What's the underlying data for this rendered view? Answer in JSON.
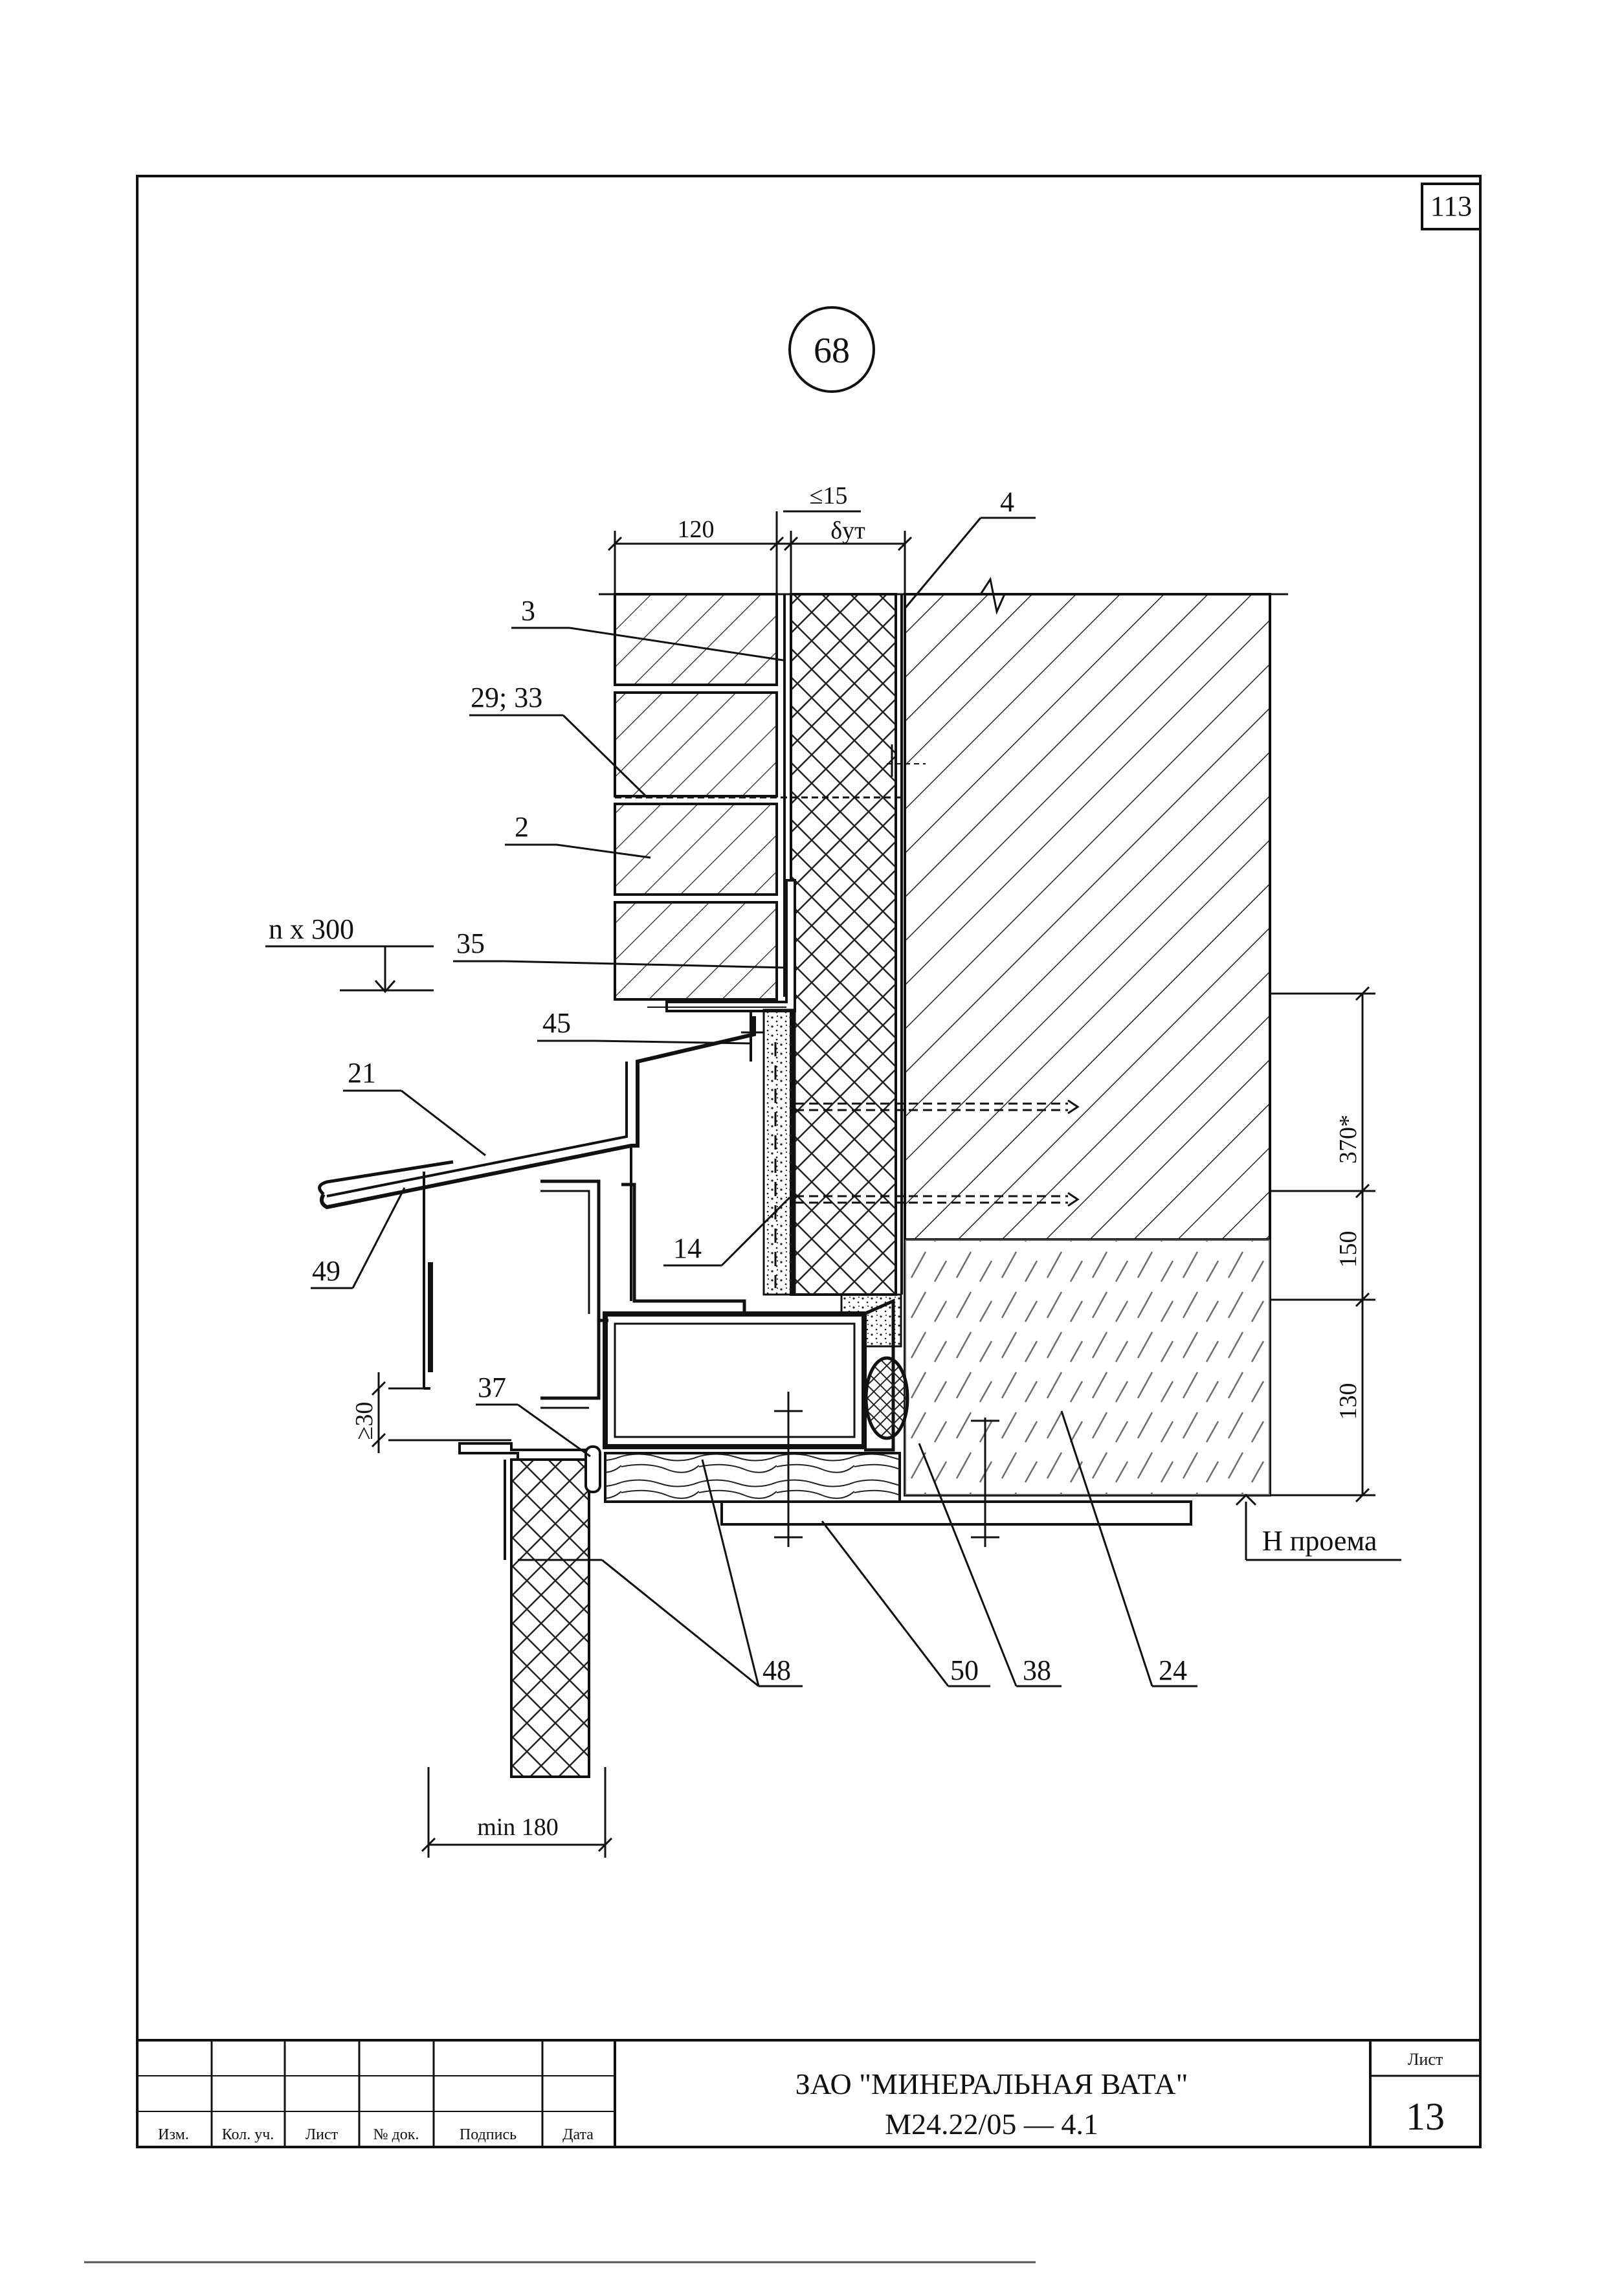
{
  "page_number": "113",
  "detail_number": "68",
  "dimensions": {
    "d120": "120",
    "d15": "≤15",
    "d_ut": "δут",
    "n300": "n x 300",
    "d370": "370*",
    "d150": "150",
    "d130": "130",
    "d30": "≥30",
    "min180": "min 180",
    "h_opening": "H проема"
  },
  "callouts": {
    "c3": "3",
    "c4": "4",
    "c29": "29; 33",
    "c2": "2",
    "c35": "35",
    "c45": "45",
    "c21": "21",
    "c14": "14",
    "c49": "49",
    "c37": "37",
    "c48": "48",
    "c50": "50",
    "c38": "38",
    "c24": "24"
  },
  "title_block": {
    "col_izm": "Изм.",
    "col_kol": "Кол. уч.",
    "col_list": "Лист",
    "col_doc": "№ док.",
    "col_sign": "Подпись",
    "col_date": "Дата",
    "company": "ЗАО \"МИНЕРАЛЬНАЯ ВАТА\"",
    "doc_code": "М24.22/05  —  4.1",
    "sheet_label": "Лист",
    "sheet_number": "13"
  }
}
